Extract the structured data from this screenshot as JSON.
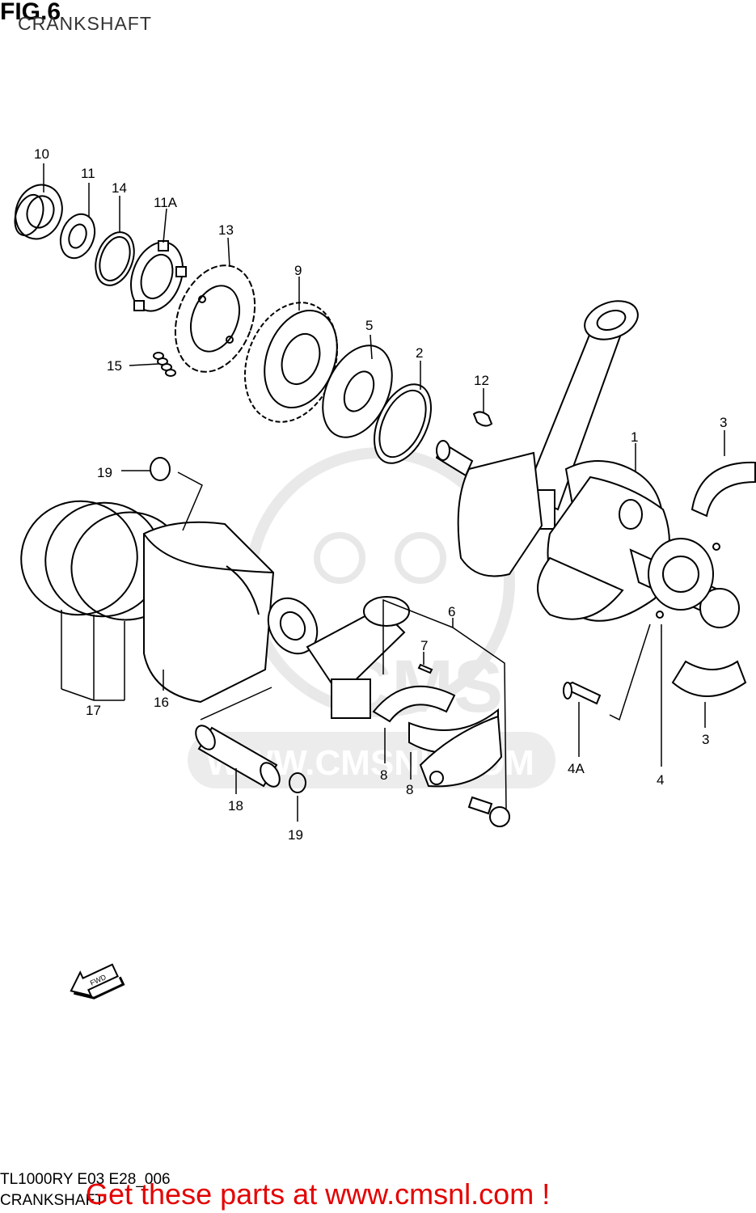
{
  "figure": {
    "title": "FIG.6",
    "subtitle": "CRANKSHAFT",
    "code": "TL1000RY E03 E28_006",
    "code_subtitle": "CRANKSHAFT"
  },
  "watermark": {
    "text": "WWW.CMSNL.COM",
    "logo_text": "CMS"
  },
  "direction_marker": {
    "text": "FWD",
    "icon": "fwd-arrow-icon"
  },
  "banner": {
    "text": "Get these parts at www.cmsnl.com !",
    "color": "#e40000"
  },
  "callouts": {
    "c10": "10",
    "c11": "11",
    "c14": "14",
    "c11a": "11A",
    "c13": "13",
    "c9": "9",
    "c15": "15",
    "c5": "5",
    "c2": "2",
    "c12": "12",
    "c3a": "3",
    "c1": "1",
    "c19a": "19",
    "c6": "6",
    "c7": "7",
    "c17": "17",
    "c16": "16",
    "c8a": "8",
    "c8b": "8",
    "c4a": "4A",
    "c3b": "3",
    "c4": "4",
    "c18": "18",
    "c19b": "19"
  }
}
